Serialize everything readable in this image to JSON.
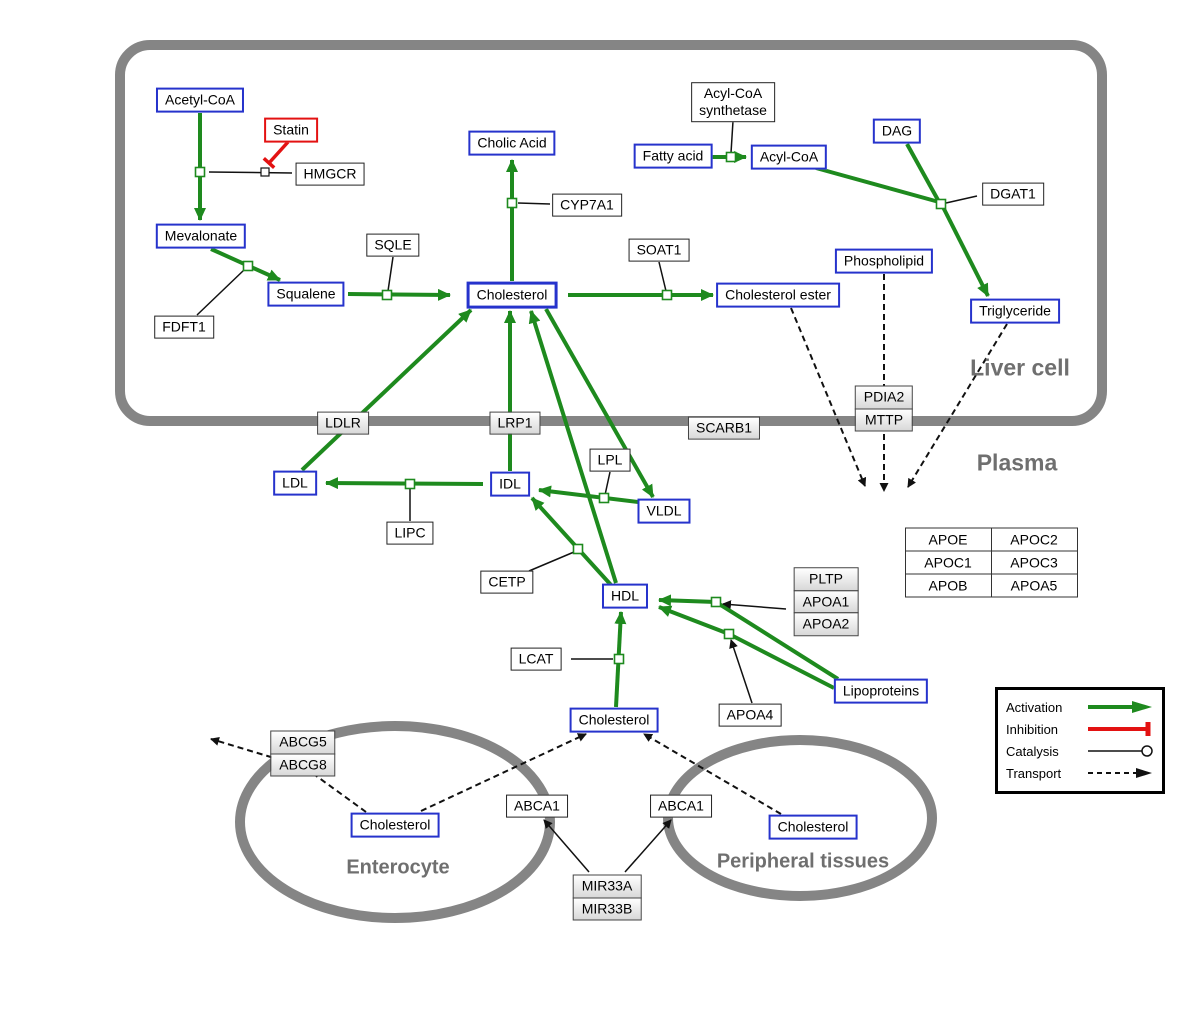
{
  "compartments": {
    "liver_cell": "Liver cell",
    "plasma": "Plasma",
    "enterocyte": "Enterocyte",
    "peripheral_tissues": "Peripheral tissues"
  },
  "nodes": {
    "acetyl_coa": "Acetyl-CoA",
    "statin": "Statin",
    "hmgcr": "HMGCR",
    "mevalonate": "Mevalonate",
    "fdft1": "FDFT1",
    "squalene": "Squalene",
    "sqle": "SQLE",
    "cholic_acid": "Cholic Acid",
    "cyp7a1": "CYP7A1",
    "cholesterol_liver": "Cholesterol",
    "soat1": "SOAT1",
    "cholesterol_ester": "Cholesterol ester",
    "acyl_coa_synthetase_line1": "Acyl-CoA",
    "acyl_coa_synthetase_line2": "synthetase",
    "fatty_acid": "Fatty acid",
    "acyl_coa": "Acyl-CoA",
    "dag": "DAG",
    "dgat1": "DGAT1",
    "phospholipid": "Phospholipid",
    "triglyceride": "Triglyceride",
    "ldlr": "LDLR",
    "lrp1": "LRP1",
    "scarb1": "SCARB1",
    "pdia2": "PDIA2",
    "mttp": "MTTP",
    "ldl": "LDL",
    "idl": "IDL",
    "lipc": "LIPC",
    "lpl": "LPL",
    "vldl": "VLDL",
    "cetp": "CETP",
    "hdl": "HDL",
    "pltp": "PLTP",
    "apoa1": "APOA1",
    "apoa2": "APOA2",
    "lcat": "LCAT",
    "apoa4": "APOA4",
    "lipoproteins": "Lipoproteins",
    "cholesterol_plasma": "Cholesterol",
    "abcg5": "ABCG5",
    "abcg8": "ABCG8",
    "cholesterol_enterocyte": "Cholesterol",
    "abca1_left": "ABCA1",
    "abca1_right": "ABCA1",
    "cholesterol_peripheral": "Cholesterol",
    "mir33a": "MIR33A",
    "mir33b": "MIR33B"
  },
  "apo": {
    "rows": [
      [
        "APOE",
        "APOC2"
      ],
      [
        "APOC1",
        "APOC3"
      ],
      [
        "APOB",
        "APOA5"
      ]
    ]
  },
  "legend": {
    "activation": "Activation",
    "inhibition": "Inhibition",
    "catalysis": "Catalysis",
    "transport": "Transport"
  },
  "colors": {
    "activation_green": "#1e8a1e",
    "inhibition_red": "#e31212",
    "metabolite_blue": "#2633cc",
    "membrane_gray": "#858585"
  }
}
